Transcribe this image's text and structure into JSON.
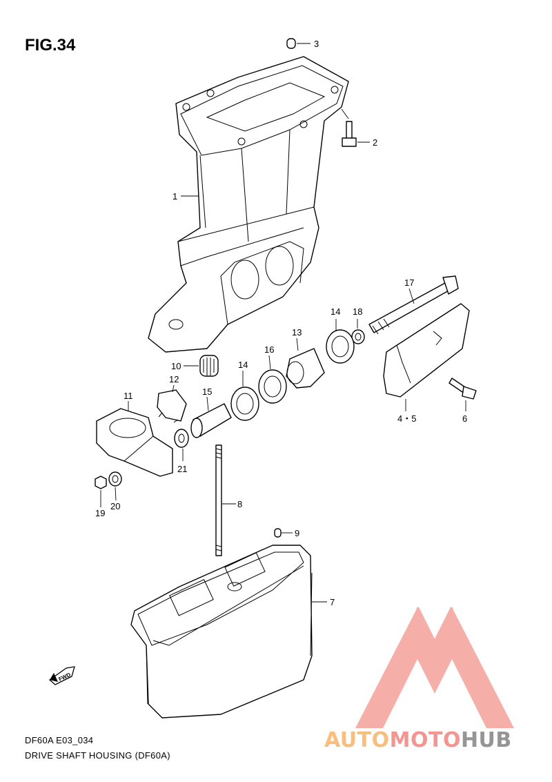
{
  "figure": {
    "title": "FIG.34",
    "model_code": "DF60A E03_034",
    "caption": "DRIVE SHAFT HOUSING (DF60A)"
  },
  "callouts": {
    "c1": "1",
    "c2": "2",
    "c3": "3",
    "c45": "4・5",
    "c6": "6",
    "c7": "7",
    "c8": "8",
    "c9": "9",
    "c10": "10",
    "c11": "11",
    "c12": "12",
    "c13": "13",
    "c14a": "14",
    "c14b": "14",
    "c15": "15",
    "c16": "16",
    "c17": "17",
    "c18": "18",
    "c19": "19",
    "c20": "20",
    "c21": "21"
  },
  "fwd_indicator": {
    "label": "FWD",
    "icon": "fwd-arrow-icon"
  },
  "watermark": {
    "text_part1": "AUTO",
    "text_part2": "MOTO",
    "text_part3": "HUB",
    "color_auto": "#f7b870",
    "color_moto": "#f28b86",
    "color_hub": "#8a8a8a",
    "triangle_color": "#f28b86"
  }
}
